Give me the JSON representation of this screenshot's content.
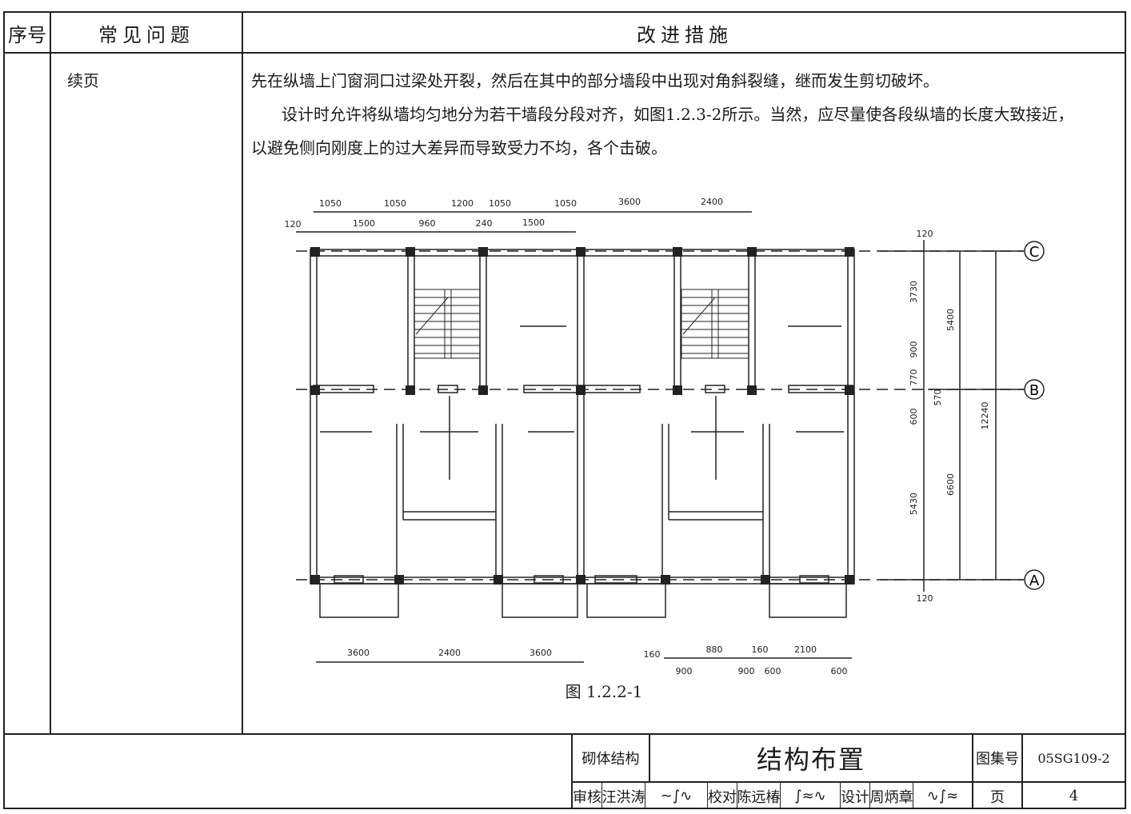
{
  "header": {
    "col_no": "序号",
    "col_problem": "常见问题",
    "col_measure": "改进措施"
  },
  "row": {
    "label": "续页",
    "line1": "先在纵墙上门窗洞口过梁处开裂，然后在其中的部分墙段中出现对角斜裂缝，继而发生剪切破坏。",
    "line2": "设计时允许将纵墙均匀地分为若干墙段分段对齐，如图1.2.3-2所示。当然，应尽量使各段纵墙的长度大致接近，",
    "line3": "以避免侧向刚度上的过大差异而导致受力不均，各个击破。"
  },
  "figure": {
    "caption": "图 1.2.2-1",
    "axes": [
      "C",
      "B",
      "A"
    ],
    "top_dims_row1": [
      "1050",
      "1050",
      "1200",
      "1050",
      "1050",
      "3600",
      "2400"
    ],
    "top_dims_row2": [
      "120",
      "1500",
      "960",
      "240",
      "1500"
    ],
    "right_dims_inner": [
      "120",
      "3730",
      "900",
      "770",
      "570",
      "600",
      "5430",
      "120"
    ],
    "right_dims_mid": [
      "5400",
      "6600"
    ],
    "right_dims_outer": [
      "12240"
    ],
    "bottom_left_dims": [
      "3600",
      "2400",
      "3600"
    ],
    "bottom_right_dims_top": [
      "160",
      "880",
      "160",
      "2100"
    ],
    "bottom_right_dims_bottom": [
      "900",
      "900",
      "600",
      "600"
    ]
  },
  "title_block": {
    "category": "砌体结构",
    "title": "结构布置",
    "atlas_label": "图集号",
    "atlas_no": "05SG109-2",
    "review_label": "审核",
    "reviewer": "汪洪涛",
    "check_label": "校对",
    "checker": "陈远椿",
    "design_label": "设计",
    "designer": "周炳章",
    "page_label": "页",
    "page_no": "4"
  }
}
